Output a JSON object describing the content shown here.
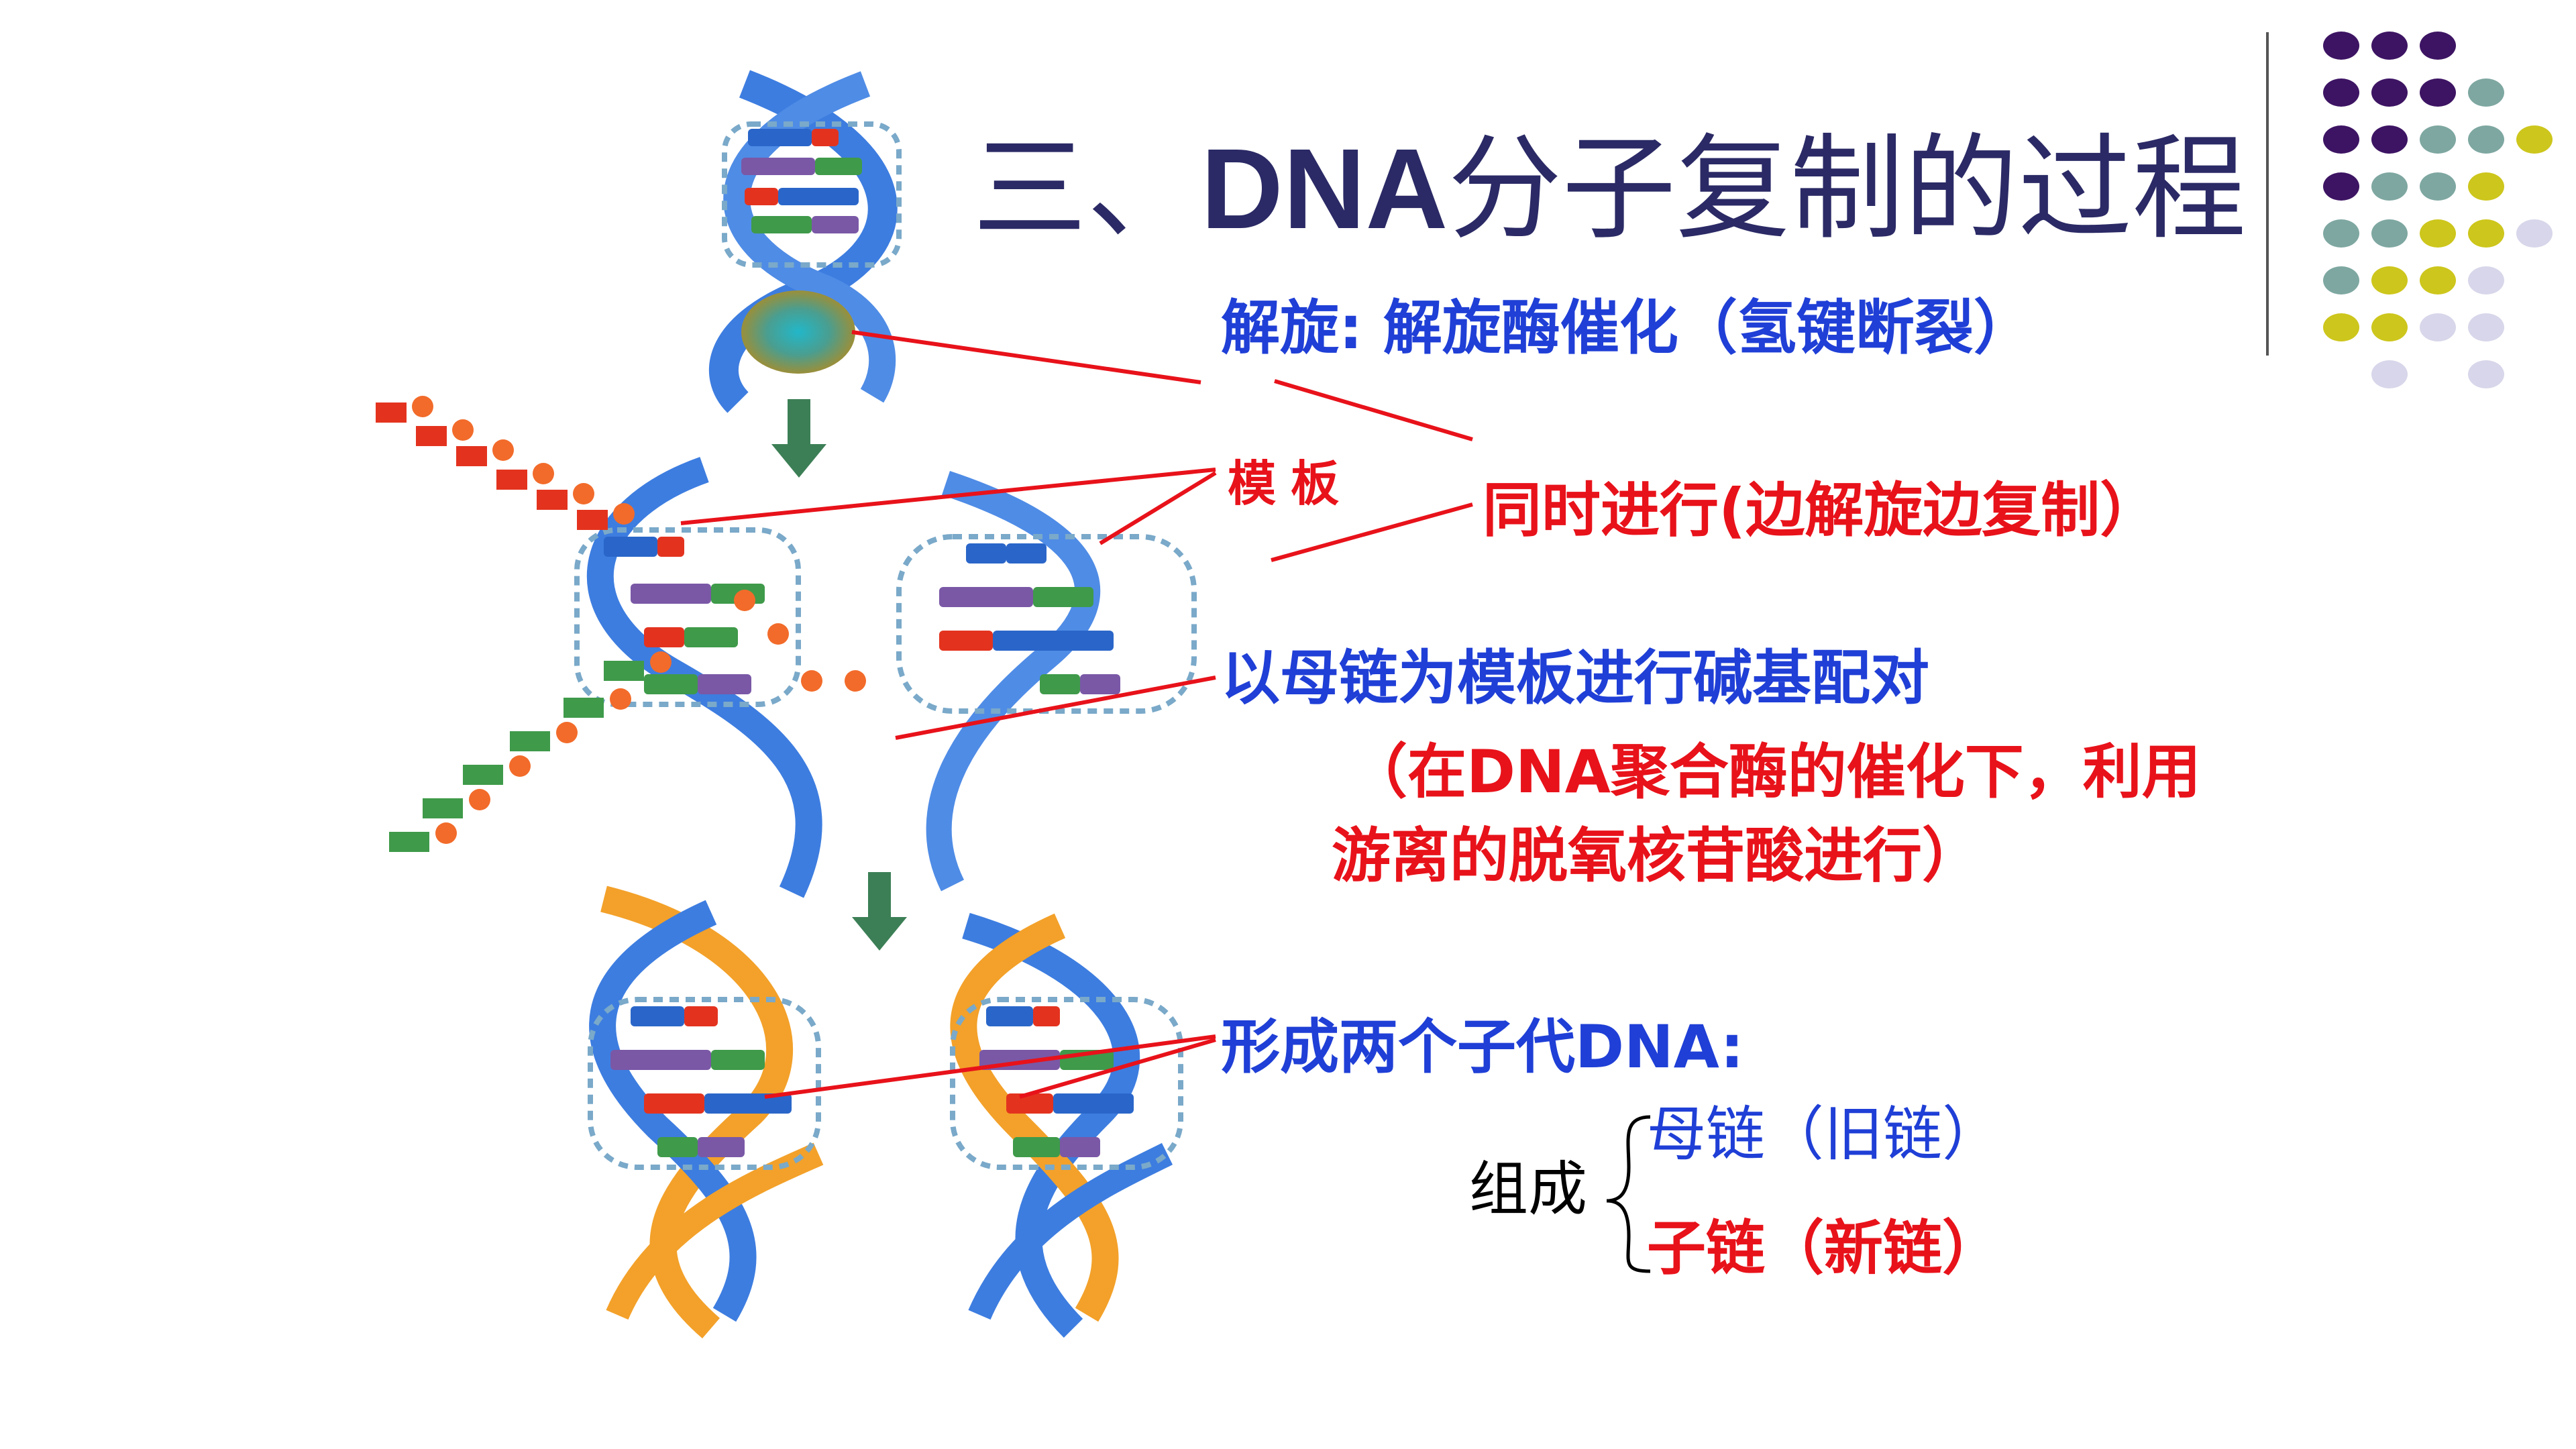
{
  "slide": {
    "title_prefix": "三、",
    "title_bold": "DNA",
    "title_suffix": "分子复制的过程",
    "unwind": "解旋:  解旋酶催化（氢键断裂）",
    "template": "模板",
    "simultaneous": "同时进行(边解旋边复制）",
    "pairing": "以母链为模板进行碱基配对",
    "note_line1": "（在DNA聚合酶的催化下，利用",
    "note_line2": "游离的脱氧核苷酸进行）",
    "daughter_dna": "形成两个子代DNA:",
    "composition": "组成",
    "parent_strand": "母链（旧链）",
    "new_strand": "子链（新链）"
  },
  "colors": {
    "title": "#2b2a66",
    "blue_text": "#1f3fd6",
    "red_text": "#e8121a",
    "helix_blue": "#3d7de0",
    "helix_orange": "#f3a12a",
    "arrow_green": "#3c7f56",
    "dot_purple": "#3d1463",
    "dot_teal": "#7ea7a1",
    "dot_olive": "#cdc61c",
    "dot_lavender": "#d7d6ea"
  }
}
